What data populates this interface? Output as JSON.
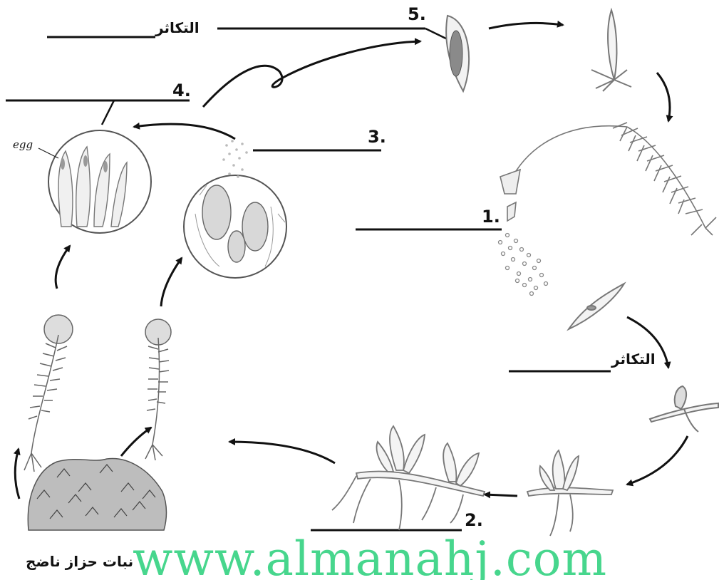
{
  "diagram": {
    "labels": {
      "step1": "1.",
      "step2": "2.",
      "step3": "3.",
      "step4": "4.",
      "step5": "5.",
      "reproduction_top": "التكاثر",
      "reproduction_right": "التكاثر",
      "mature_plant": "نبات حزاز ناضج",
      "egg": "egg"
    },
    "watermark": "www.almanahj.com",
    "colors": {
      "ink": "#111111",
      "drawing_gray": "#777777",
      "moss_fill": "#bdbdbd",
      "watermark": "#28d07a"
    }
  }
}
